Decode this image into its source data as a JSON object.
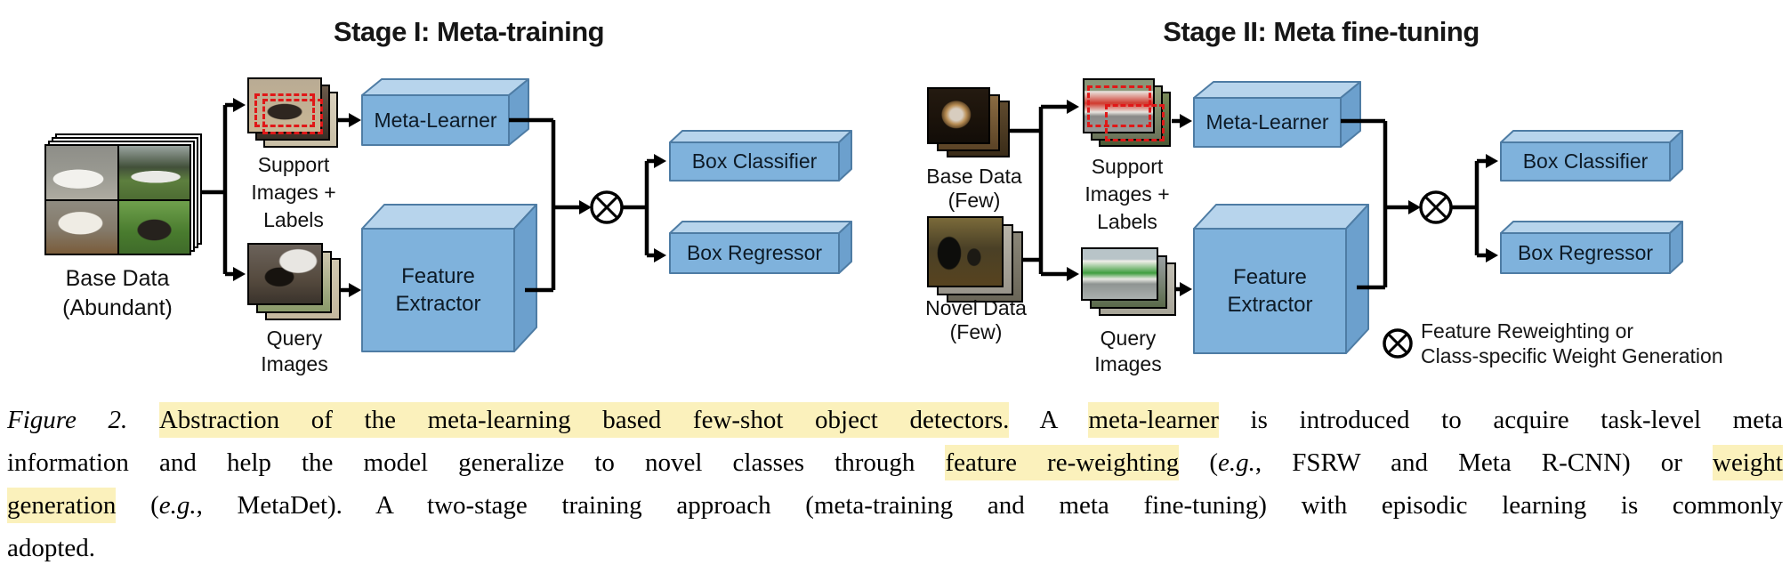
{
  "colors": {
    "box_front": "#7FB2DC",
    "box_top": "#B7D4EC",
    "box_side": "#6CA0CD",
    "box_border": "#4E7CA4",
    "annot_red": "#E01818",
    "highlight": "#FBF1BC"
  },
  "icons": {
    "operator": "circled-times-multiply"
  },
  "stage1": {
    "title": "Stage I: Meta-training",
    "stacks": {
      "base": "Base Data\n(Abundant)",
      "support": "Support\nImages +\nLabels",
      "query": "Query\nImages"
    },
    "boxes": {
      "meta_learner": "Meta-Learner",
      "feature_extractor": "Feature\nExtractor",
      "box_classifier": "Box Classifier",
      "box_regressor": "Box Regressor"
    }
  },
  "stage2": {
    "title": "Stage II: Meta fine-tuning",
    "stacks": {
      "base": "Base Data\n(Few)",
      "novel": "Novel Data\n(Few)",
      "support": "Support\nImages +\nLabels",
      "query": "Query\nImages"
    },
    "boxes": {
      "meta_learner": "Meta-Learner",
      "feature_extractor": "Feature\nExtractor",
      "box_classifier": "Box Classifier",
      "box_regressor": "Box Regressor"
    },
    "legend": "Feature Reweighting or\nClass-specific Weight Generation"
  },
  "caption": {
    "lines": [
      [
        {
          "t": "Figure 2. ",
          "it": true
        },
        {
          "t": "Abstraction of the meta-learning based few-shot object detectors.",
          "hl": true
        },
        {
          "t": "  A "
        },
        {
          "t": "meta-learner",
          "hl": true
        },
        {
          "t": " is introduced to acquire task-level meta"
        }
      ],
      [
        {
          "t": "information and help the model generalize to novel classes through "
        },
        {
          "t": "feature re-weighting",
          "hl": true
        },
        {
          "t": " ("
        },
        {
          "t": "e.g.",
          "it": true
        },
        {
          "t": ", FSRW and Meta R-CNN) or "
        },
        {
          "t": "weight",
          "hl": true
        }
      ],
      [
        {
          "t": "generation",
          "hl": true
        },
        {
          "t": " ("
        },
        {
          "t": "e.g.",
          "it": true
        },
        {
          "t": ", MetaDet).  A two-stage training approach (meta-training and meta fine-tuning) with episodic learning is commonly"
        }
      ],
      [
        {
          "t": "adopted."
        }
      ]
    ]
  }
}
